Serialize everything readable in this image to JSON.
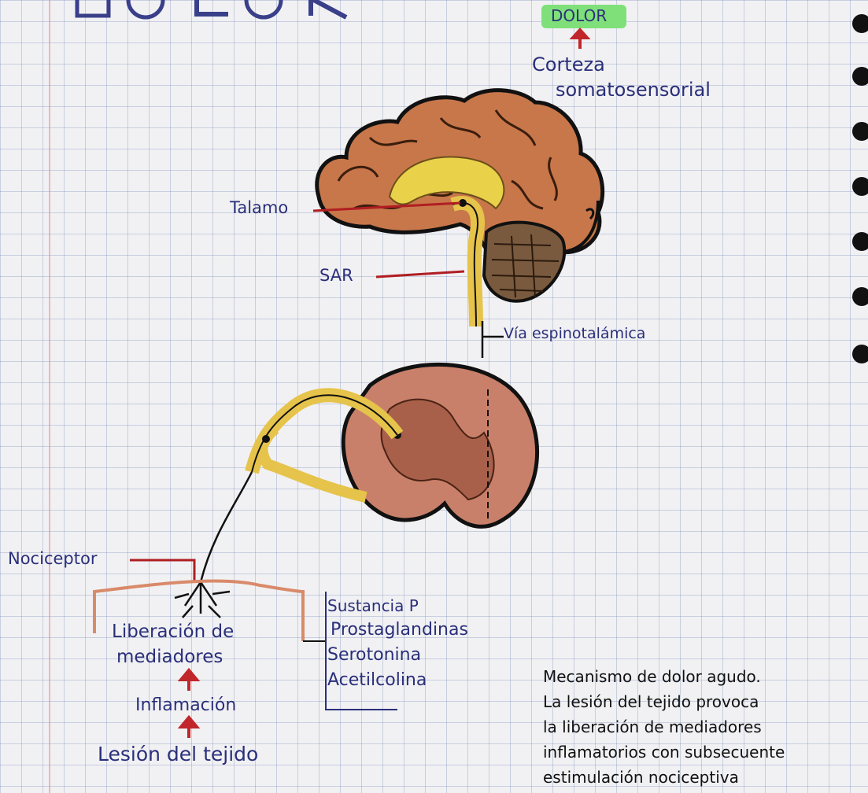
{
  "page": {
    "title": "DOLOR",
    "paper_color": "#f1f1f3",
    "grid_color": "#8ca0d0",
    "ink_color": "#2a2f7a"
  },
  "labels": {
    "dolor": "DOLOR",
    "corteza": "Corteza",
    "somatosensorial": "somatosensorial",
    "talamo": "Talamo",
    "sar": "SAR",
    "via": "Vía espinotalámica",
    "nociceptor": "Nociceptor",
    "liberacion_1": "Liberación de",
    "liberacion_2": "mediadores",
    "inflamacion": "Inflamación",
    "lesion": "Lesión del tejido"
  },
  "mediadores": [
    "Sustancia P",
    "Prostaglandinas",
    "Serotonina",
    "Acetilcolina"
  ],
  "nota": {
    "lines": [
      "Mecanismo de dolor agudo.",
      "La lesión del tejido provoca",
      "la liberación de mediadores",
      "inflamatorios con subsecuente",
      "estimulación nociceptiva"
    ]
  },
  "colors": {
    "highlight": "#7fe07a",
    "arrow": "#c0262a",
    "brain": "#c8774a",
    "cerebellum": "#7a5a3e",
    "pathway": "#e6c34a",
    "spinal_cord": "#c9806a",
    "pointer": "#b01e22"
  },
  "icons": [
    "up-arrow-icon",
    "brain-drawing",
    "spinal-cord-drawing",
    "nerve-ending-icon"
  ]
}
